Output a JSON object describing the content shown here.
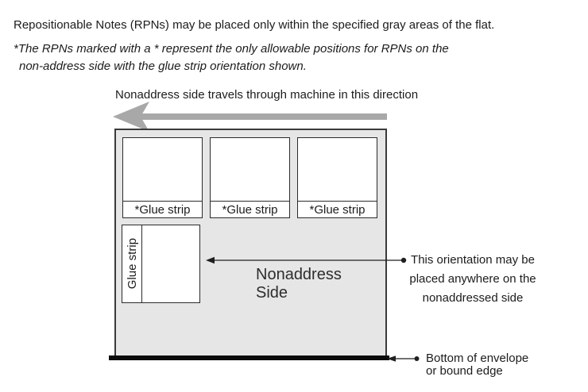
{
  "colors": {
    "flat_bg": "#e6e6e6",
    "flat_border": "#3a3a3a",
    "arrow_gray": "#a8a8a8",
    "edge_black": "#0b0b0b",
    "ink": "#1c1c1c"
  },
  "intro": {
    "text": "Repositionable Notes (RPNs) may be placed only within the specified gray areas of the flat."
  },
  "note": {
    "line1": "*The RPNs marked with a * represent the only allowable positions for RPNs on the",
    "line2": "non-address side with the glue strip orientation shown."
  },
  "direction": {
    "label": "Nonaddress side travels through machine in this direction"
  },
  "flat": {
    "side_label": {
      "line1": "Nonaddress",
      "line2": "Side"
    },
    "top_boxes": [
      {
        "label": "*Glue strip"
      },
      {
        "label": "*Glue strip"
      },
      {
        "label": "*Glue strip"
      }
    ],
    "vertical_box": {
      "label": "Glue strip"
    }
  },
  "annotations": {
    "orientation": {
      "line1": "This orientation may be",
      "line2": "placed anywhere on the",
      "line3": "nonaddressed side"
    },
    "bottom_edge": {
      "line1": "Bottom of envelope",
      "line2": "or bound edge"
    }
  }
}
